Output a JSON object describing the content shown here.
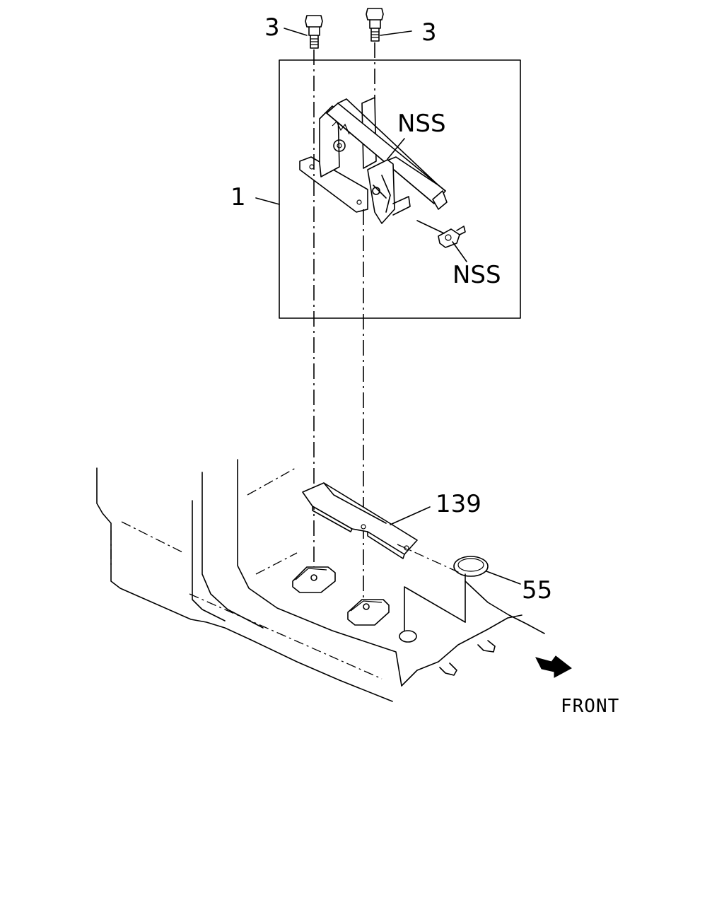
{
  "labels": {
    "bolt_left": "3",
    "bolt_right": "3",
    "assembly": "1",
    "nss_top": "NSS",
    "nss_bottom": "NSS",
    "bracket": "139",
    "plug": "55",
    "front": "FRONT"
  }
}
